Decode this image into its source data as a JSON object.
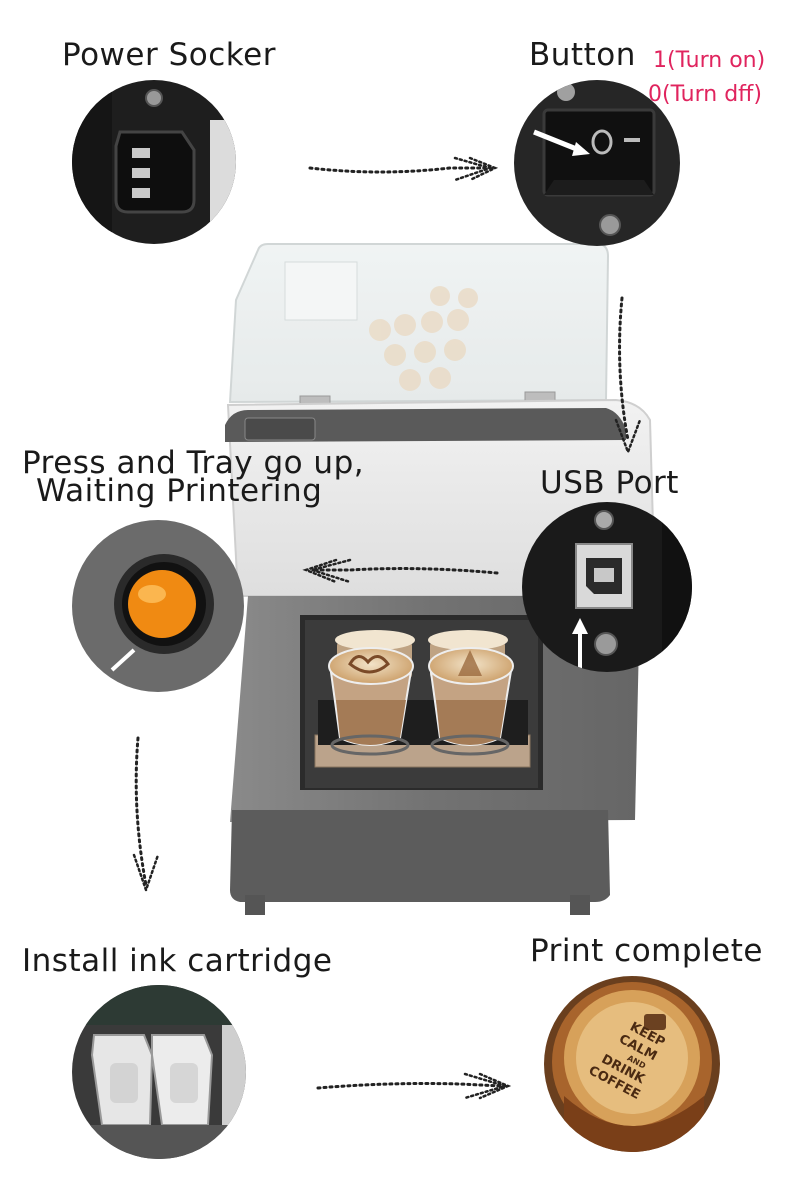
{
  "steps": {
    "power_socket": {
      "label": "Power Socker"
    },
    "button": {
      "label": "Button",
      "on_label": "1(Turn on)",
      "off_label": "0(Turn dff)"
    },
    "usb_port": {
      "label": "USB Port"
    },
    "press_tray": {
      "label_line1": "Press and Tray go up,",
      "label_line2": "Waiting Printering"
    },
    "install_ink": {
      "label": "Install ink cartridge"
    },
    "print_complete": {
      "label": "Print complete"
    }
  },
  "latte_art_text": [
    "KEEP",
    "CALM",
    "AND",
    "DRINK",
    "COFFEE"
  ],
  "colors": {
    "text": "#1a1a1a",
    "accent_red": "#e0245e",
    "machine_top": "#e9e9e9",
    "machine_body": "#6e6e6e",
    "orange_button": "#f08a12"
  }
}
